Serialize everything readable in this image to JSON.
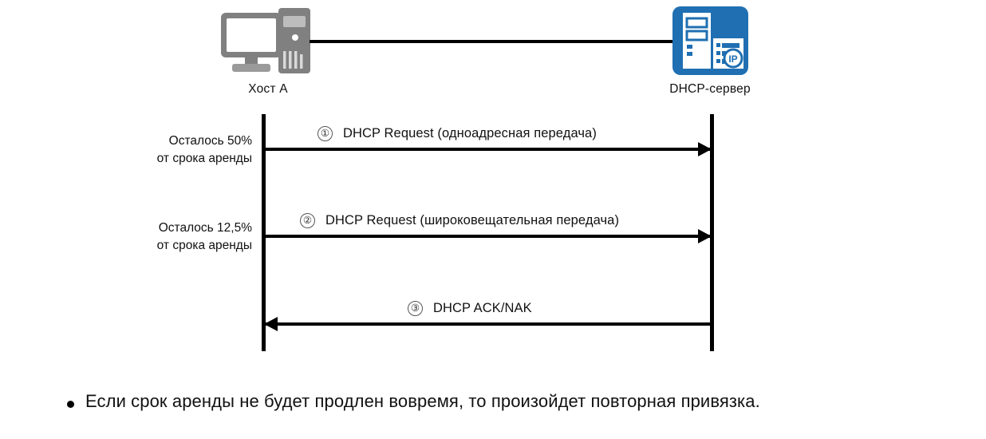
{
  "diagram": {
    "title_present": false,
    "nodes": [
      {
        "id": "host",
        "label": "Хост A",
        "icon": "desktop-computer-icon",
        "color": "#808080"
      },
      {
        "id": "dhcp_server",
        "label": "DHCP-сервер",
        "icon": "dhcp-server-icon",
        "color": "#1F6FB2"
      }
    ],
    "messages": [
      {
        "number": "①",
        "label": "DHCP Request (одноадресная передача)",
        "direction": "host-to-server"
      },
      {
        "number": "②",
        "label": "DHCP Request (широковещательная передача)",
        "direction": "host-to-server"
      },
      {
        "number": "③",
        "label": "DHCP ACK/NAK",
        "direction": "server-to-host"
      }
    ],
    "annotations": [
      {
        "line1": "Осталось 50%",
        "line2": "от срока аренды"
      },
      {
        "line1": "Осталось 12,5%",
        "line2": "от срока аренды"
      }
    ],
    "note": {
      "bullet": "•",
      "text": "Если срок аренды не будет продлен вовремя, то произойдет повторная привязка."
    },
    "colors": {
      "line": "#000000",
      "accent_blue": "#1F6FB2",
      "device_grey": "#808080",
      "text": "#111111"
    }
  }
}
